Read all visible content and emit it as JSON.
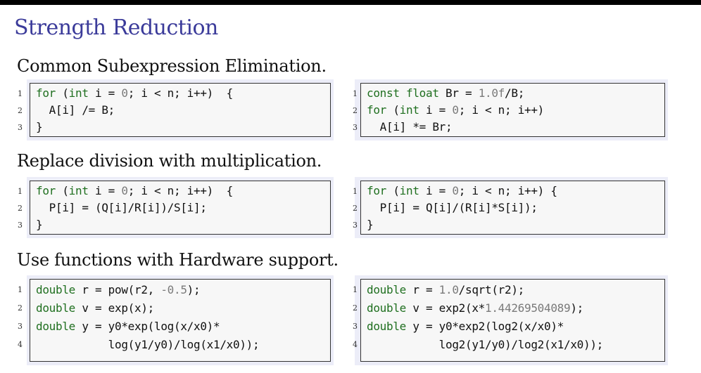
{
  "slide": {
    "title": "Strength Reduction"
  },
  "sections": [
    {
      "heading": "Common Subexpression Elimination.",
      "left": {
        "line_numbers": [
          "1",
          "2",
          "3"
        ],
        "lines": [
          {
            "segments": [
              {
                "t": "for",
                "k": "kw"
              },
              {
                "t": " (",
                "k": ""
              },
              {
                "t": "int",
                "k": "kw"
              },
              {
                "t": " i = ",
                "k": ""
              },
              {
                "t": "0",
                "k": "num"
              },
              {
                "t": "; i < n; i++)  {",
                "k": ""
              }
            ]
          },
          {
            "segments": [
              {
                "t": "  A[i] /= B;",
                "k": ""
              }
            ]
          },
          {
            "segments": [
              {
                "t": "}",
                "k": ""
              }
            ]
          }
        ]
      },
      "right": {
        "line_numbers": [
          "1",
          "2",
          "3"
        ],
        "lines": [
          {
            "segments": [
              {
                "t": "const",
                "k": "kw"
              },
              {
                "t": " ",
                "k": ""
              },
              {
                "t": "float",
                "k": "kw"
              },
              {
                "t": " Br = ",
                "k": ""
              },
              {
                "t": "1.0f",
                "k": "num"
              },
              {
                "t": "/B;",
                "k": ""
              }
            ]
          },
          {
            "segments": [
              {
                "t": "for",
                "k": "kw"
              },
              {
                "t": " (",
                "k": ""
              },
              {
                "t": "int",
                "k": "kw"
              },
              {
                "t": " i = ",
                "k": ""
              },
              {
                "t": "0",
                "k": "num"
              },
              {
                "t": "; i < n; i++)",
                "k": ""
              }
            ]
          },
          {
            "segments": [
              {
                "t": "  A[i] *= Br;",
                "k": ""
              }
            ]
          }
        ]
      }
    },
    {
      "heading": "Replace division with multiplication.",
      "left": {
        "line_numbers": [
          "1",
          "2",
          "3"
        ],
        "lines": [
          {
            "segments": [
              {
                "t": "for",
                "k": "kw"
              },
              {
                "t": " (",
                "k": ""
              },
              {
                "t": "int",
                "k": "kw"
              },
              {
                "t": " i = ",
                "k": ""
              },
              {
                "t": "0",
                "k": "num"
              },
              {
                "t": "; i < n; i++)  {",
                "k": ""
              }
            ]
          },
          {
            "segments": [
              {
                "t": "  P[i] = (Q[i]/R[i])/S[i];",
                "k": ""
              }
            ]
          },
          {
            "segments": [
              {
                "t": "}",
                "k": ""
              }
            ]
          }
        ]
      },
      "right": {
        "line_numbers": [
          "1",
          "2",
          "3"
        ],
        "lines": [
          {
            "segments": [
              {
                "t": "for",
                "k": "kw"
              },
              {
                "t": " (",
                "k": ""
              },
              {
                "t": "int",
                "k": "kw"
              },
              {
                "t": " i = ",
                "k": ""
              },
              {
                "t": "0",
                "k": "num"
              },
              {
                "t": "; i < n; i++) {",
                "k": ""
              }
            ]
          },
          {
            "segments": [
              {
                "t": "  P[i] = Q[i]/(R[i]*S[i]);",
                "k": ""
              }
            ]
          },
          {
            "segments": [
              {
                "t": "}",
                "k": ""
              }
            ]
          }
        ]
      }
    },
    {
      "heading": "Use functions with Hardware support.",
      "left": {
        "line_numbers": [
          "1",
          "2",
          "3",
          "4"
        ],
        "lines": [
          {
            "segments": [
              {
                "t": "double",
                "k": "kw"
              },
              {
                "t": " r = pow(r2, ",
                "k": ""
              },
              {
                "t": "-0.5",
                "k": "num"
              },
              {
                "t": ");",
                "k": ""
              }
            ]
          },
          {
            "segments": [
              {
                "t": "double",
                "k": "kw"
              },
              {
                "t": " v = exp(x);",
                "k": ""
              }
            ]
          },
          {
            "segments": [
              {
                "t": "double",
                "k": "kw"
              },
              {
                "t": " y = y0*exp(log(x/x0)*",
                "k": ""
              }
            ]
          },
          {
            "segments": [
              {
                "t": "           log(y1/y0)/log(x1/x0));",
                "k": ""
              }
            ]
          }
        ]
      },
      "right": {
        "line_numbers": [
          "1",
          "2",
          "3",
          "4"
        ],
        "lines": [
          {
            "segments": [
              {
                "t": "double",
                "k": "kw"
              },
              {
                "t": " r = ",
                "k": ""
              },
              {
                "t": "1.0",
                "k": "num"
              },
              {
                "t": "/sqrt(r2);",
                "k": ""
              }
            ]
          },
          {
            "segments": [
              {
                "t": "double",
                "k": "kw"
              },
              {
                "t": " v = exp2(x*",
                "k": ""
              },
              {
                "t": "1.44269504089",
                "k": "num"
              },
              {
                "t": ");",
                "k": ""
              }
            ]
          },
          {
            "segments": [
              {
                "t": "double",
                "k": "kw"
              },
              {
                "t": " y = y0*exp2(log2(x/x0)*",
                "k": ""
              }
            ]
          },
          {
            "segments": [
              {
                "t": "           log2(y1/y0)/log2(x1/x0));",
                "k": ""
              }
            ]
          }
        ]
      }
    }
  ],
  "colors": {
    "title": "#3b3b9a",
    "keyword": "#1f6f1f",
    "number": "#7a7a7a",
    "panel": "#ecedf8"
  }
}
